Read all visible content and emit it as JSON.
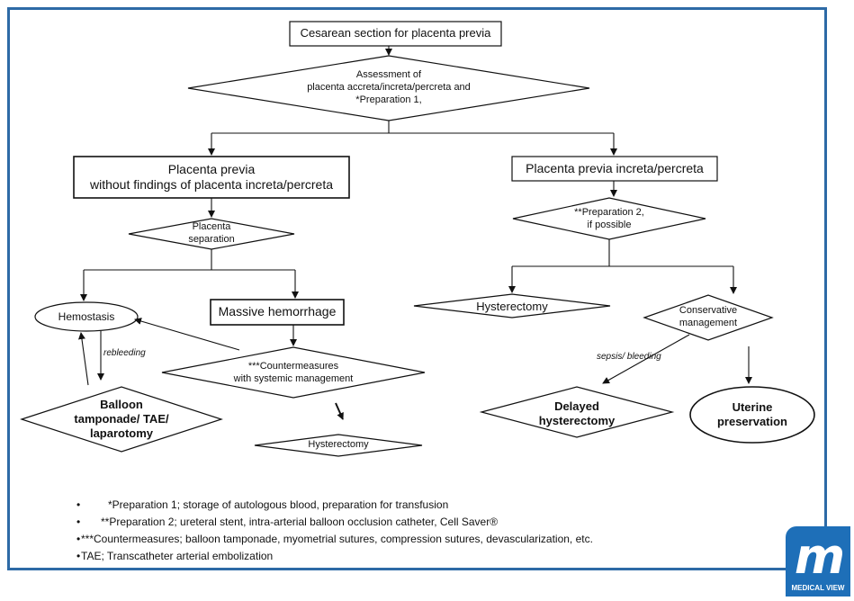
{
  "nodes": {
    "start": "Cesarean section for placenta previa",
    "assessment": [
      "Assessment of",
      "placenta accreta/increta/percreta and",
      "*Preparation 1,"
    ],
    "without_findings": [
      "Placenta previa",
      "without findings of placenta increta/percreta"
    ],
    "increta_percreta": "Placenta previa increta/percreta",
    "placenta_separation": [
      "Placenta",
      "separation"
    ],
    "preparation_2": [
      "**Preparation 2,",
      "if possible"
    ],
    "hemostasis": "Hemostasis",
    "massive_hemorrhage": "Massive hemorrhage",
    "hysterectomy_right": "Hysterectomy",
    "conservative_management": [
      "Conservative",
      "management"
    ],
    "countermeasures": [
      "***Countermeasures",
      "with systemic management"
    ],
    "balloon": [
      "Balloon",
      "tamponade/ TAE/",
      "laparotomy"
    ],
    "hysterectomy_left": "Hysterectomy",
    "delayed_hysterectomy": [
      "Delayed",
      "hysterectomy"
    ],
    "uterine_preservation": [
      "Uterine",
      "preservation"
    ]
  },
  "edge_labels": {
    "rebleeding": "rebleeding",
    "sepsis_bleeding": "sepsis/ bleeding"
  },
  "notes": [
    {
      "bullet": "•",
      "text": "*Preparation 1; storage of autologous blood,  preparation for transfusion"
    },
    {
      "bullet": "•",
      "text": "**Preparation 2; ureteral stent, intra-arterial balloon occlusion catheter, Cell Saver®"
    },
    {
      "bullet": "•",
      "text": "***Countermeasures; balloon tamponade, myometrial sutures, compression sutures, devascularization, etc."
    },
    {
      "bullet": "•",
      "text": "TAE; Transcatheter arterial embolization"
    }
  ],
  "logo": {
    "mark": "m",
    "brand": "MEDICAL VIEW"
  },
  "colors": {
    "frame": "#2d6aa6",
    "logo": "#1e6fb8"
  }
}
